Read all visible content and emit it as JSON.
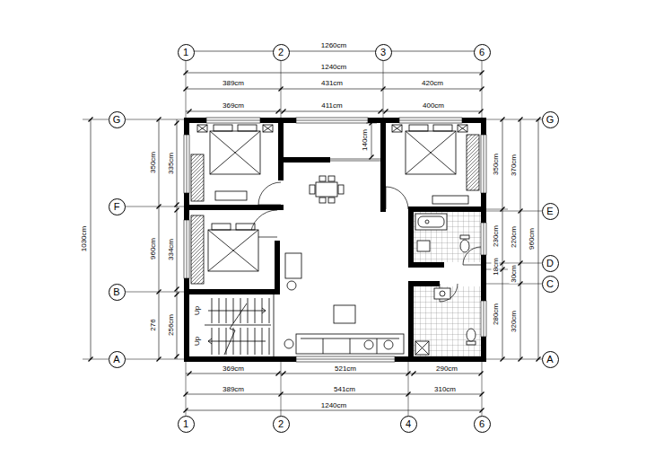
{
  "diagram": {
    "nodes": [
      {
        "text": [
          "1"
        ]
      },
      {
        "text": [
          "2"
        ]
      },
      {
        "text": [
          "3"
        ]
      },
      {
        "text": [
          "6"
        ]
      },
      {
        "text": [
          "G"
        ]
      },
      {
        "text": [
          "G"
        ]
      },
      {
        "text": [
          "F"
        ]
      },
      {
        "text": [
          "E"
        ]
      },
      {
        "text": [
          "D"
        ]
      },
      {
        "text": [
          "C"
        ]
      },
      {
        "text": [
          "B"
        ]
      },
      {
        "text": [
          "A"
        ]
      },
      {
        "text": [
          "A"
        ]
      },
      {
        "text": [
          "1"
        ]
      },
      {
        "text": [
          "2"
        ]
      },
      {
        "text": [
          "4"
        ]
      },
      {
        "text": [
          "6"
        ]
      }
    ],
    "labels": [
      "1260cm",
      "1240cm",
      "389cm",
      "431cm",
      "420cm",
      "369cm",
      "411cm",
      "400cm",
      "1030cm",
      "350cm",
      "335cm",
      "140cm",
      "350cm",
      "370cm",
      "960cm",
      "334cm",
      "230cm",
      "220cm",
      "960cm",
      "18cm",
      "30cm",
      "Up",
      "276",
      "256cm",
      "280cm",
      "320cm",
      "Up",
      "369cm",
      "521cm",
      "290cm",
      "389cm",
      "541cm",
      "310cm",
      "1240cm"
    ]
  }
}
